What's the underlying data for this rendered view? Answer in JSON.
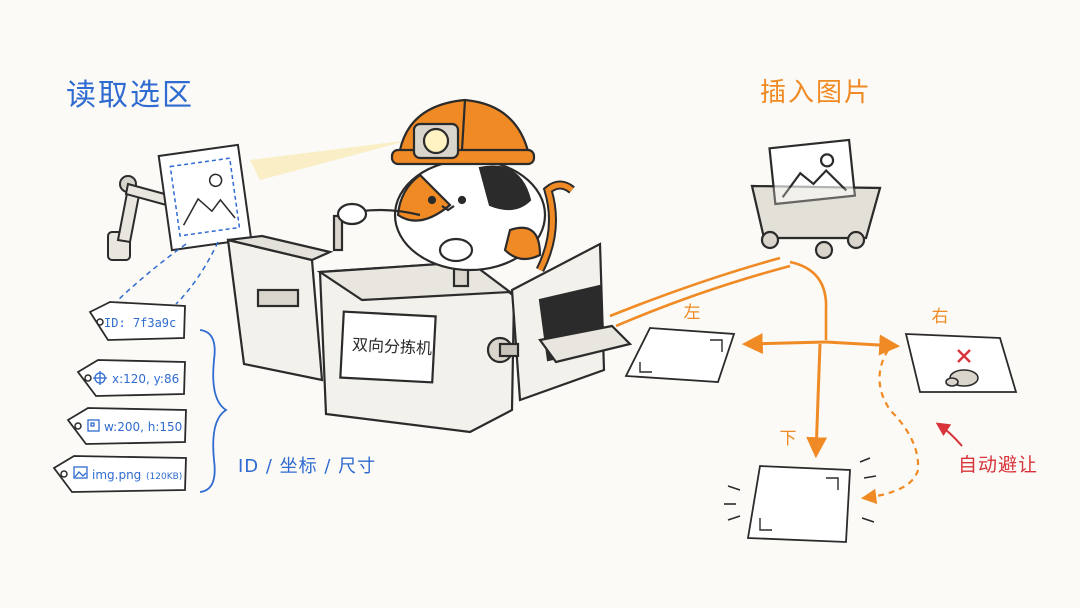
{
  "left_section": {
    "title": "读取选区",
    "tags": [
      {
        "icon": "id",
        "text": "ID: 7f3a9c"
      },
      {
        "icon": "crosshair-icon",
        "text": "x:120, y:86"
      },
      {
        "icon": "size-icon",
        "text": "w:200, h:150"
      },
      {
        "icon": "image-icon",
        "text": "img.png",
        "extra": "(120KB)"
      }
    ],
    "brace_caption": "ID / 坐标 / 尺寸"
  },
  "center": {
    "machine_label": "双向分拣机"
  },
  "right_section": {
    "title": "插入图片",
    "directions": {
      "left": "左",
      "right": "右",
      "down": "下"
    },
    "avoid_label": "自动避让"
  },
  "colors": {
    "blue": "#2f6bd0",
    "orange": "#f08a24",
    "red": "#d8343a",
    "ink": "#2b2b2b",
    "paper": "#fbfaf6"
  }
}
